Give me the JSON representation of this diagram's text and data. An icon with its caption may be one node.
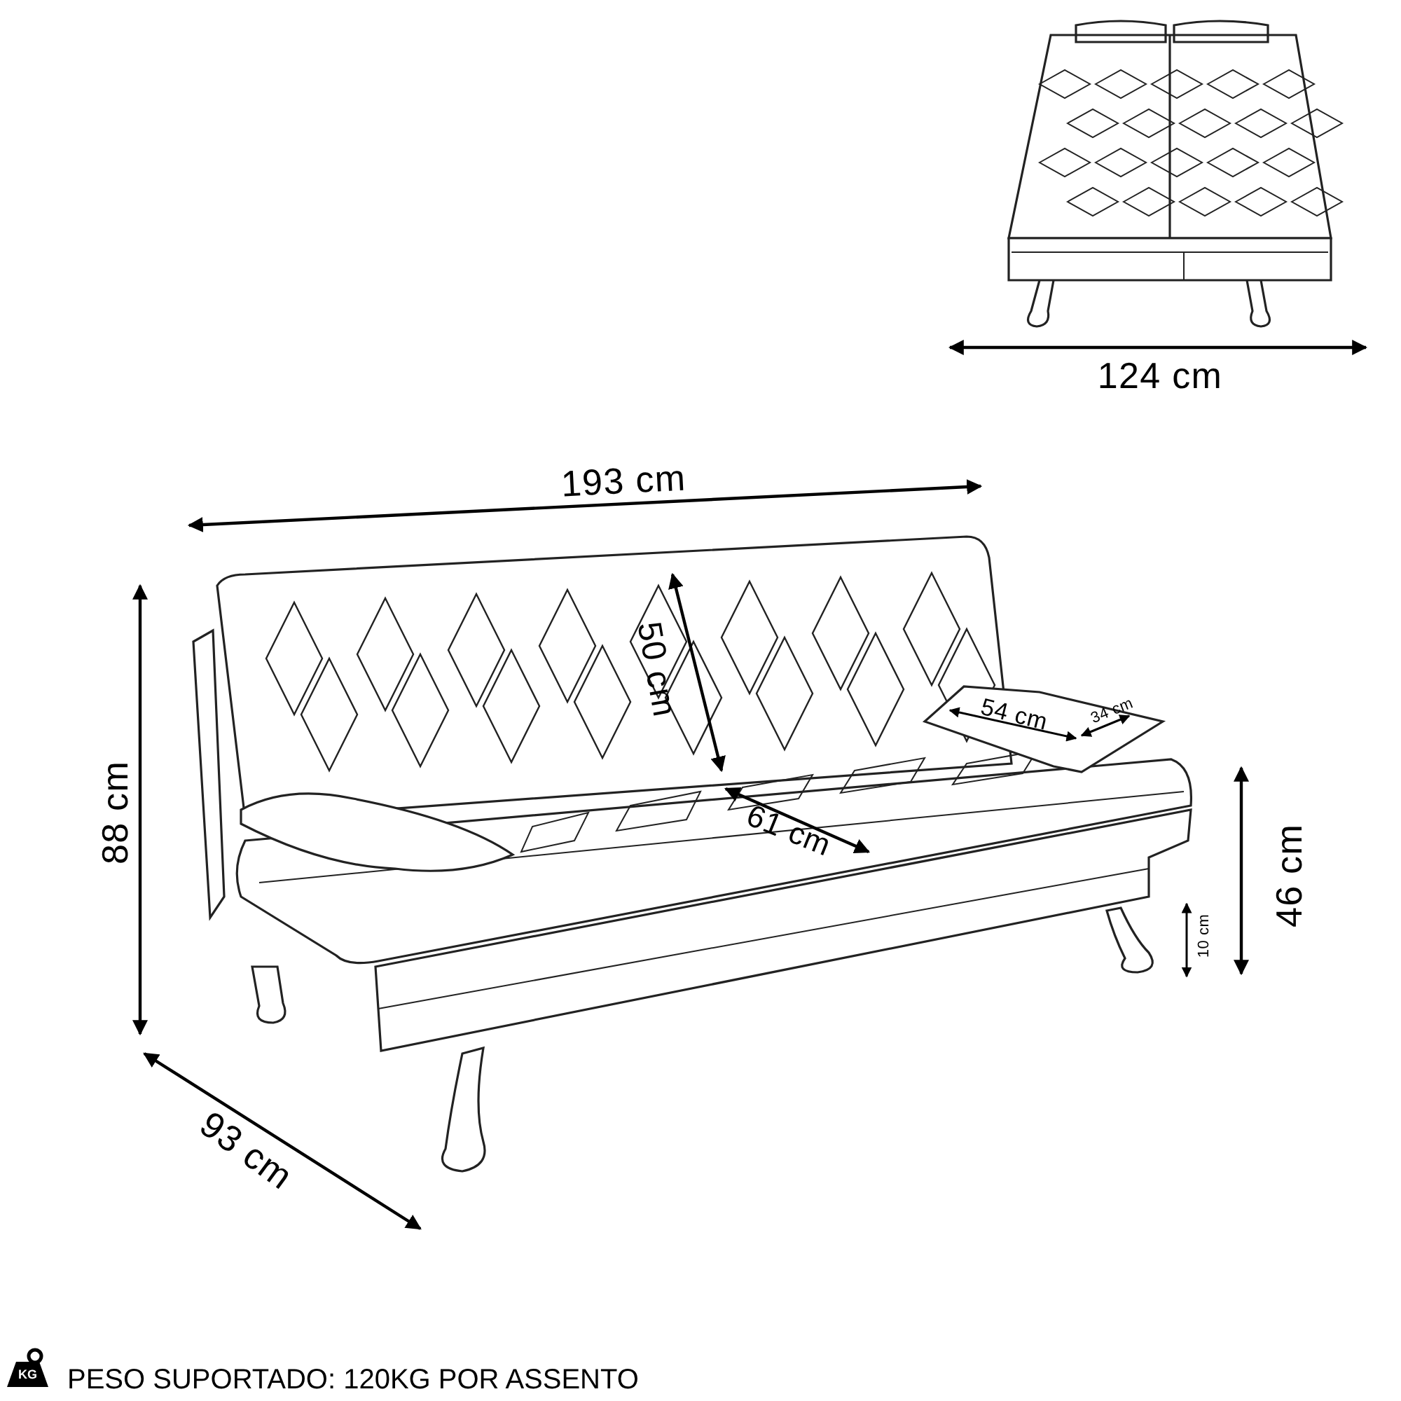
{
  "diagram": {
    "labels": [
      "124 cm",
      "193 cm",
      "88 cm",
      "50 cm",
      "54 cm",
      "34 cm",
      "61 cm",
      "46 cm",
      "10 cm",
      "93 cm",
      "KG",
      "PESO SUPORTADO: 120KG POR ASSENTO"
    ]
  }
}
